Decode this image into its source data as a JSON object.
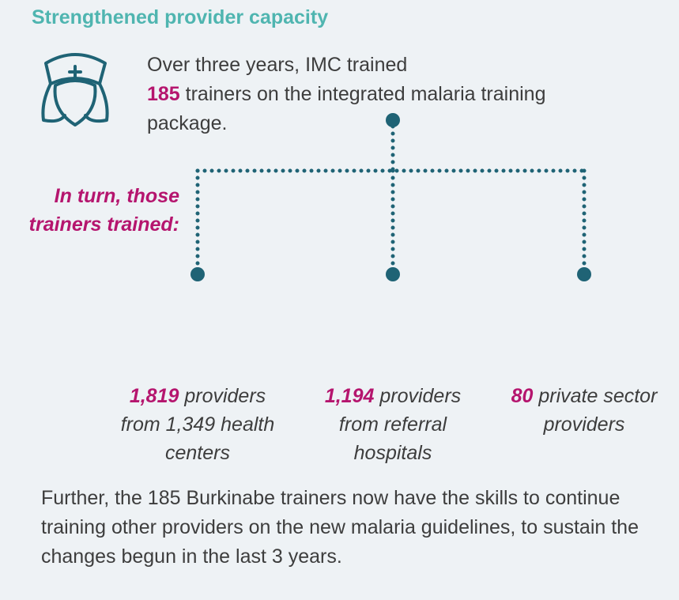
{
  "header": {
    "title": "Strengthened provider capacity"
  },
  "intro": {
    "before": "Over three years, IMC trained",
    "count": "185",
    "after": " trainers on the integrated malaria training package."
  },
  "cascade_label": "In turn, those trainers trained:",
  "outcomes": [
    {
      "number": "1,819",
      "text": " providers from 1,349 health centers"
    },
    {
      "number": "1,194",
      "text": " providers from referral hospitals"
    },
    {
      "number": "80",
      "text": " private sector providers"
    }
  ],
  "footer": "Further, the 185 Burkinabe trainers now have the skills to continue training other providers on the new malaria guidelines, to sustain the changes begun in the last 3 years.",
  "colors": {
    "teal": "#1f6375",
    "accent": "#b5156e",
    "title": "#4fb5b0"
  },
  "icons": [
    "nurse-icon",
    "hospital-icon"
  ]
}
